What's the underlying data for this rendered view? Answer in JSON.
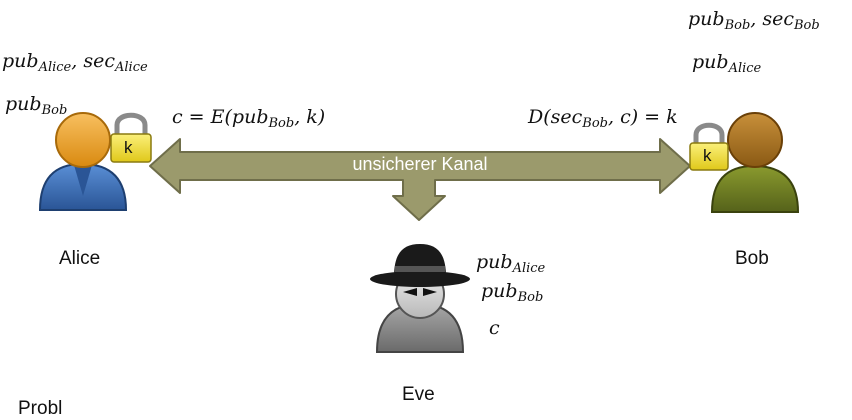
{
  "channel": {
    "label": "unsicherer Kanal"
  },
  "alice": {
    "name": "Alice",
    "keys_line1": {
      "pub": "pub",
      "pub_sub": "Alice",
      "sep": ", ",
      "sec": "sec",
      "sec_sub": "Alice"
    },
    "keys_line2": {
      "pub": "pub",
      "pub_sub": "Bob"
    },
    "lock_letter": "k"
  },
  "bob": {
    "name": "Bob",
    "keys_line1": {
      "pub": "pub",
      "pub_sub": "Bob",
      "sep": ", ",
      "sec": "sec",
      "sec_sub": "Bob"
    },
    "keys_line2": {
      "pub": "pub",
      "pub_sub": "Alice"
    },
    "lock_letter": "k"
  },
  "eve": {
    "name": "Eve",
    "known_line1": {
      "pub": "pub",
      "pub_sub": "Alice"
    },
    "known_line2": {
      "pub": "pub",
      "pub_sub": "Bob"
    },
    "known_line3": "c"
  },
  "encrypt_formula": {
    "pre": "c = E(pub",
    "sub": "Bob",
    "post": ", k)"
  },
  "decrypt_formula": {
    "pre": "D(sec",
    "sub": "Bob",
    "post": ", c) = k"
  },
  "partial_bottom_text": "Probl",
  "colors": {
    "channel_fill": "#9b9a6c",
    "channel_stroke": "#6f6e4a",
    "alice_body": "#3a6fb5",
    "alice_head": "#f0a030",
    "bob_body": "#6b7a1e",
    "bob_head": "#a8701e",
    "eve_body": "#8a8a8a",
    "lock_body": "#f2e23a"
  }
}
